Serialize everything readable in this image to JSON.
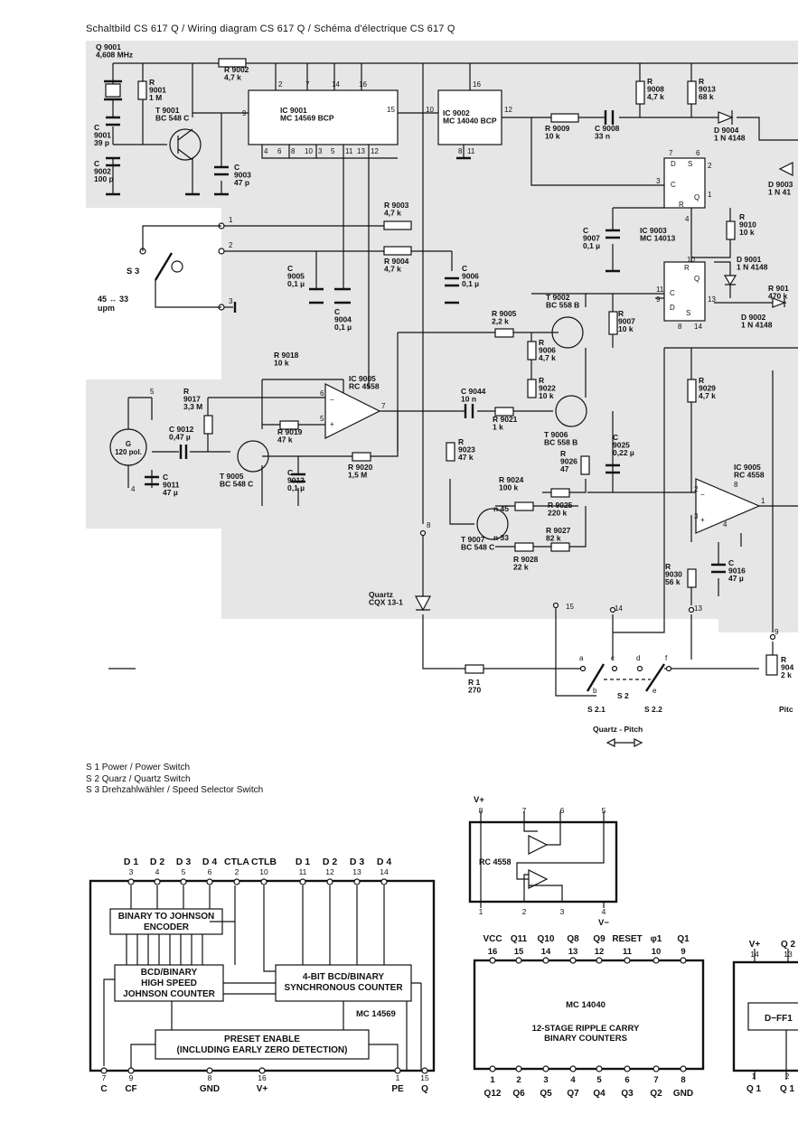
{
  "title": "Schaltbild CS 617 Q / Wiring diagram CS 617 Q / Schéma d'électrique CS 617 Q",
  "legend": [
    "S 1  Power / Power Switch",
    "S 2  Quarz / Quartz Switch",
    "S 3  Drehzahlwähler / Speed Selector Switch"
  ],
  "components": {
    "q9001": [
      "Q 9001",
      "4,608 MHz"
    ],
    "r9001": [
      "R",
      "9001",
      "1 M"
    ],
    "t9001": [
      "T 9001",
      "BC 548 C"
    ],
    "c9001": [
      "C",
      "9001",
      "39 p"
    ],
    "c9002": [
      "C",
      "9002",
      "100 p"
    ],
    "c9003": [
      "C",
      "9003",
      "47 p"
    ],
    "r9002": [
      "R 9002",
      "4,7 k"
    ],
    "ic9001": [
      "IC 9001",
      "MC 14569 BCP"
    ],
    "ic9002": [
      "IC 9002",
      "MC 14040 BCP"
    ],
    "r9008": [
      "R",
      "9008",
      "4,7 k"
    ],
    "r9013": [
      "R",
      "9013",
      "68 k"
    ],
    "r9009": [
      "R 9009",
      "10 k"
    ],
    "c9008": [
      "C 9008",
      "33 n"
    ],
    "d9004": [
      "D 9004",
      "1 N 4148"
    ],
    "d9003": [
      "D 9003",
      "1 N 41"
    ],
    "r9003": [
      "R 9003",
      "4,7 k"
    ],
    "r9004": [
      "R 9004",
      "4,7 k"
    ],
    "c9005": [
      "C",
      "9005",
      "0,1 µ"
    ],
    "c9004": [
      "C",
      "9004",
      "0,1 µ"
    ],
    "c9006": [
      "C",
      "9006",
      "0,1 µ"
    ],
    "c9007": [
      "C",
      "9007",
      "0,1 µ"
    ],
    "ic9003": [
      "IC 9003",
      "MC 14013"
    ],
    "r9010": [
      "R",
      "9010",
      "10 k"
    ],
    "d9001": [
      "D 9001",
      "1 N 4148"
    ],
    "d9002": [
      "D 9002",
      "1 N 4148"
    ],
    "r901x": [
      "R 901",
      "470 k"
    ],
    "s3": "S 3",
    "speed": [
      "45 ↔ 33",
      "upm"
    ],
    "t9002": [
      "T 9002",
      "BC 558 B"
    ],
    "r9005": [
      "R 9005",
      "2,2 k"
    ],
    "r9006": [
      "R",
      "9006",
      "4,7 k"
    ],
    "r9007": [
      "R",
      "9007",
      "10 k"
    ],
    "r9018": [
      "R 9018",
      "10 k"
    ],
    "ic9005a": [
      "IC 9005",
      "RC 4558"
    ],
    "r9017": [
      "R",
      "9017",
      "3,3 M"
    ],
    "generator": [
      "G",
      "120 pol."
    ],
    "c9012": [
      "C 9012",
      "0,47 µ"
    ],
    "c9011": [
      "C",
      "9011",
      "47 µ"
    ],
    "r9019": [
      "R 9019",
      "47 k"
    ],
    "t9005": [
      "T 9005",
      "BC 548 C"
    ],
    "c9013": [
      "C",
      "9013",
      "0,1 µ"
    ],
    "r9020": [
      "R 9020",
      "1,5 M"
    ],
    "c9044": [
      "C 9044",
      "10 n"
    ],
    "r9021": [
      "R 9021",
      "1 k"
    ],
    "r9022": [
      "R",
      "9022",
      "10 k"
    ],
    "t9006": [
      "T 9006",
      "BC 558 B"
    ],
    "c9025": [
      "C",
      "9025",
      "0,22 µ"
    ],
    "r9026": [
      "R",
      "9026",
      "47"
    ],
    "r9023": [
      "R",
      "9023",
      "47 k"
    ],
    "r9024": [
      "R 9024",
      "100 k"
    ],
    "n45": "n 45",
    "r9025": [
      "R 9025",
      "220 k"
    ],
    "r9027": [
      "R 9027",
      "82 k"
    ],
    "n33": "n 33",
    "r9028": [
      "R 9028",
      "22 k"
    ],
    "t9007": [
      "T 9007",
      "BC 548 C"
    ],
    "r9029": [
      "R",
      "9029",
      "4,7 k"
    ],
    "ic9005b": [
      "IC 9005",
      "RC 4558"
    ],
    "r9030": [
      "R",
      "9030",
      "56 k"
    ],
    "c9016": [
      "C",
      "9016",
      "47 µ"
    ],
    "quartz": [
      "Quartz",
      "CQX 13-1"
    ],
    "r1": [
      "R 1",
      "270"
    ],
    "s2": "S 2",
    "s21": "S 2.1",
    "s22": "S 2.2",
    "quartzpitch": "Quartz - Pitch",
    "rpitch": [
      "R",
      "904",
      "2 k"
    ],
    "pitch": "Pitc"
  },
  "mc14569": {
    "top_labels": [
      "D 1",
      "D 2",
      "D 3",
      "D 4",
      "CTLA",
      "CTLB",
      "D 1",
      "D 2",
      "D 3",
      "D 4"
    ],
    "top_pins": [
      "3",
      "4",
      "5",
      "6",
      "2",
      "10",
      "11",
      "12",
      "13",
      "14"
    ],
    "encoder": [
      "BINARY TO JOHNSON",
      "ENCODER"
    ],
    "johnson": [
      "BCD/BINARY",
      "HIGH SPEED",
      "JOHNSON COUNTER"
    ],
    "sync": [
      "4-BIT BCD/BINARY",
      "SYNCHRONOUS COUNTER"
    ],
    "name": "MC 14569",
    "preset": [
      "PRESET ENABLE",
      "(INCLUDING EARLY ZERO DETECTION)"
    ],
    "bottom_pins": [
      "7",
      "9",
      "8",
      "16",
      "1",
      "15"
    ],
    "bottom_labels": [
      "C",
      "CF",
      "GND",
      "V+",
      "PE",
      "Q"
    ]
  },
  "rc4558": {
    "vplus": "V+",
    "top_pins": [
      "8",
      "7",
      "6",
      "5"
    ],
    "name": "RC 4558",
    "bottom_pins": [
      "1",
      "2",
      "3",
      "4"
    ],
    "vminus": "V−"
  },
  "mc14040": {
    "top_labels": [
      "VCC",
      "Q11",
      "Q10",
      "Q8",
      "Q9",
      "RESET",
      "φ1",
      "Q1"
    ],
    "top_pins": [
      "16",
      "15",
      "14",
      "13",
      "12",
      "11",
      "10",
      "9"
    ],
    "name": "MC 14040",
    "desc": [
      "12-STAGE RIPPLE CARRY",
      "BINARY COUNTERS"
    ],
    "bottom_pins": [
      "1",
      "2",
      "3",
      "4",
      "5",
      "6",
      "7",
      "8"
    ],
    "bottom_labels": [
      "Q12",
      "Q6",
      "Q5",
      "Q7",
      "Q4",
      "Q3",
      "Q2",
      "GND"
    ]
  },
  "mc14013": {
    "top_labels": [
      "V+",
      "Q 2"
    ],
    "top_pins": [
      "14",
      "13"
    ],
    "inner": "D−FF1",
    "bottom_pins": [
      "1",
      "2"
    ],
    "bottom_labels": [
      "Q 1",
      "Q 1"
    ]
  }
}
